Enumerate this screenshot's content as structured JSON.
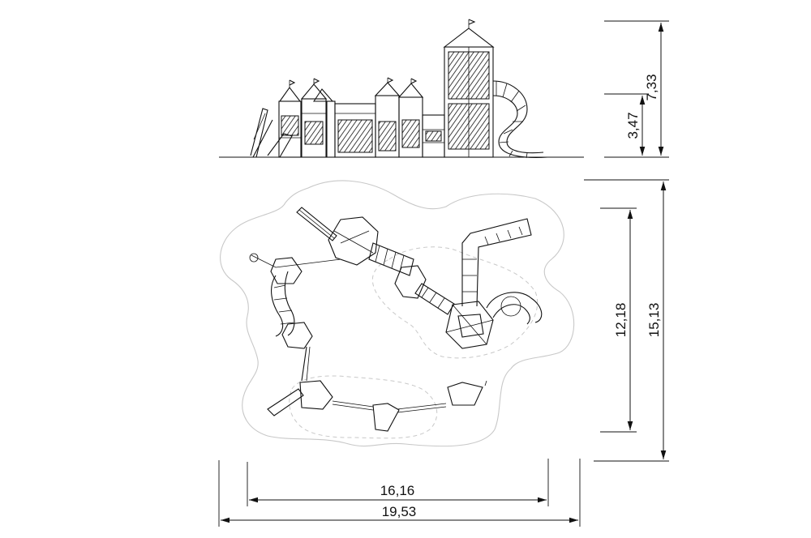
{
  "drawing": {
    "elevation_view": {
      "name": "side elevation of playground structure"
    },
    "plan_view": {
      "name": "top plan of playground structure with safety zone"
    }
  },
  "dimensions": {
    "height_platform": "3,47",
    "height_total": "7,33",
    "depth_structure": "12,18",
    "depth_safety": "15,13",
    "width_structure": "16,16",
    "width_safety": "19,53"
  }
}
